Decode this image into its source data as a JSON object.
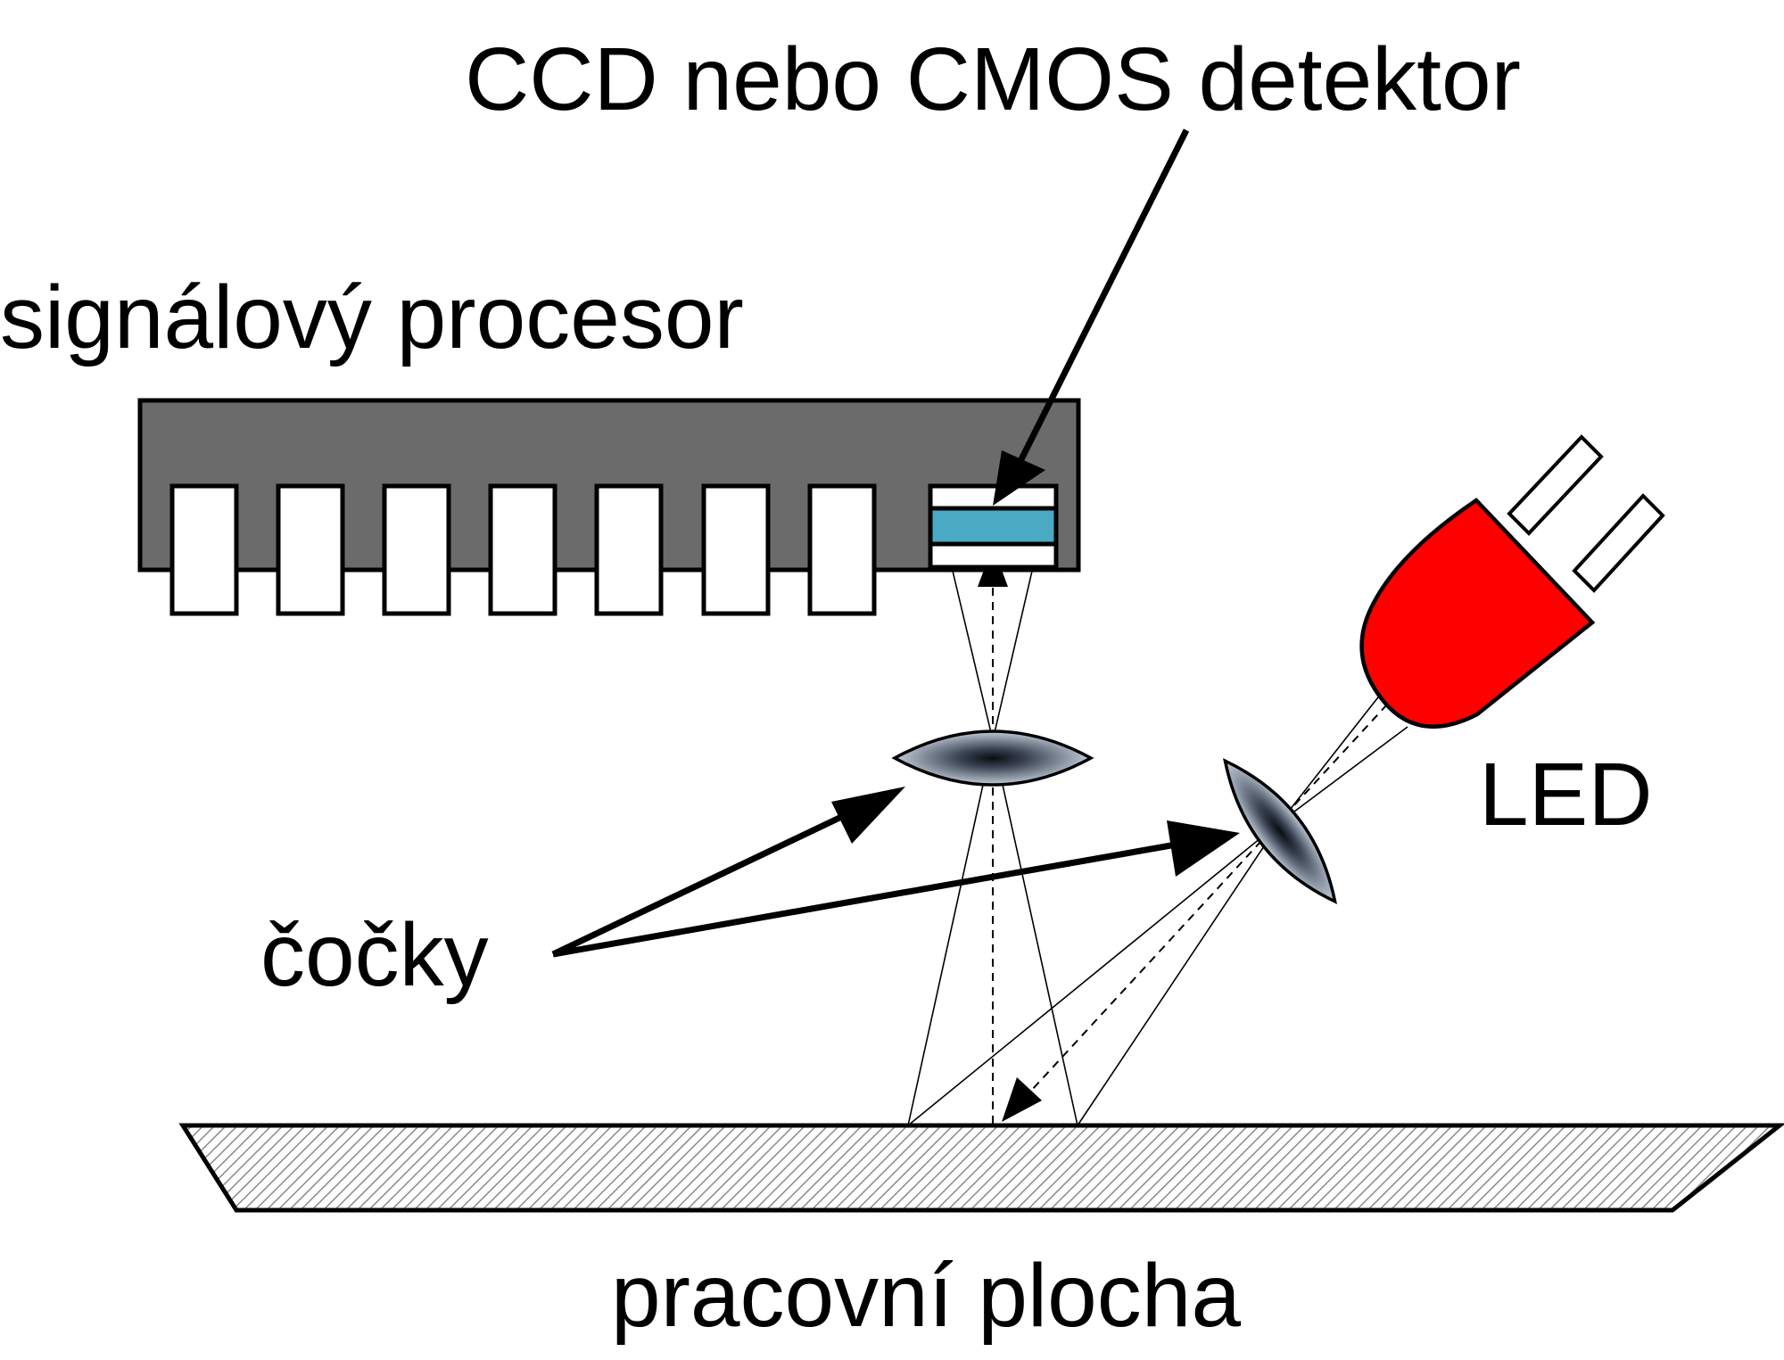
{
  "labels": {
    "detector": "CCD nebo CMOS detektor",
    "processor": "signálový procesor",
    "lenses": "čočky",
    "led": "LED",
    "surface": "pracovní plocha"
  },
  "colors": {
    "chip_body": "#6b6b6b",
    "sensor": "#4aaac4",
    "led": "#ff0000",
    "surface_hatch": "#9a9a9a",
    "lens_edge": "#3d4a5a",
    "lens_light": "#c3ccd8",
    "lens_dark": "#0a0d12",
    "stroke": "#000000"
  },
  "components": {
    "chip_pin_count": 7
  }
}
